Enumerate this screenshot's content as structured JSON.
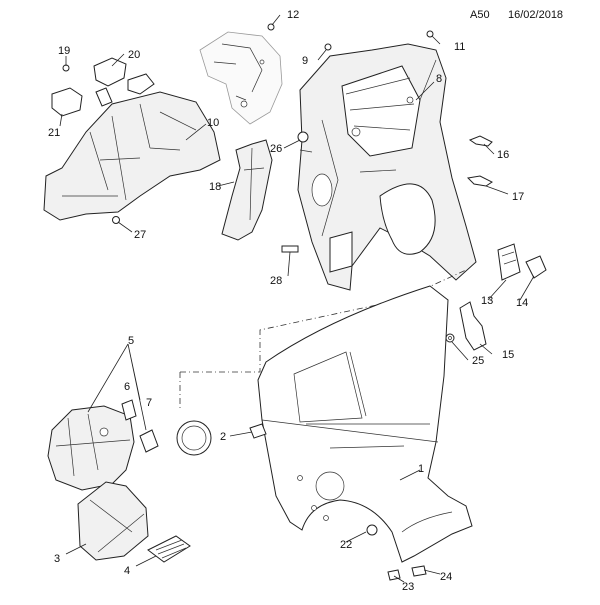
{
  "header": {
    "code": "A50",
    "date": "16/02/2018"
  },
  "callouts": [
    {
      "id": "c1",
      "label": "1"
    },
    {
      "id": "c2",
      "label": "2"
    },
    {
      "id": "c3",
      "label": "3"
    },
    {
      "id": "c4",
      "label": "4"
    },
    {
      "id": "c5",
      "label": "5"
    },
    {
      "id": "c6",
      "label": "6"
    },
    {
      "id": "c7",
      "label": "7"
    },
    {
      "id": "c8",
      "label": "8"
    },
    {
      "id": "c9",
      "label": "9"
    },
    {
      "id": "c10",
      "label": "10"
    },
    {
      "id": "c11",
      "label": "11"
    },
    {
      "id": "c12",
      "label": "12"
    },
    {
      "id": "c13",
      "label": "13"
    },
    {
      "id": "c14",
      "label": "14"
    },
    {
      "id": "c15",
      "label": "15"
    },
    {
      "id": "c16",
      "label": "16"
    },
    {
      "id": "c17",
      "label": "17"
    },
    {
      "id": "c18",
      "label": "18"
    },
    {
      "id": "c19",
      "label": "19"
    },
    {
      "id": "c20",
      "label": "20"
    },
    {
      "id": "c21",
      "label": "21"
    },
    {
      "id": "c22",
      "label": "22"
    },
    {
      "id": "c23",
      "label": "23"
    },
    {
      "id": "c24",
      "label": "24"
    },
    {
      "id": "c25",
      "label": "25"
    },
    {
      "id": "c26",
      "label": "26"
    },
    {
      "id": "c27",
      "label": "27"
    },
    {
      "id": "c28",
      "label": "28"
    }
  ]
}
